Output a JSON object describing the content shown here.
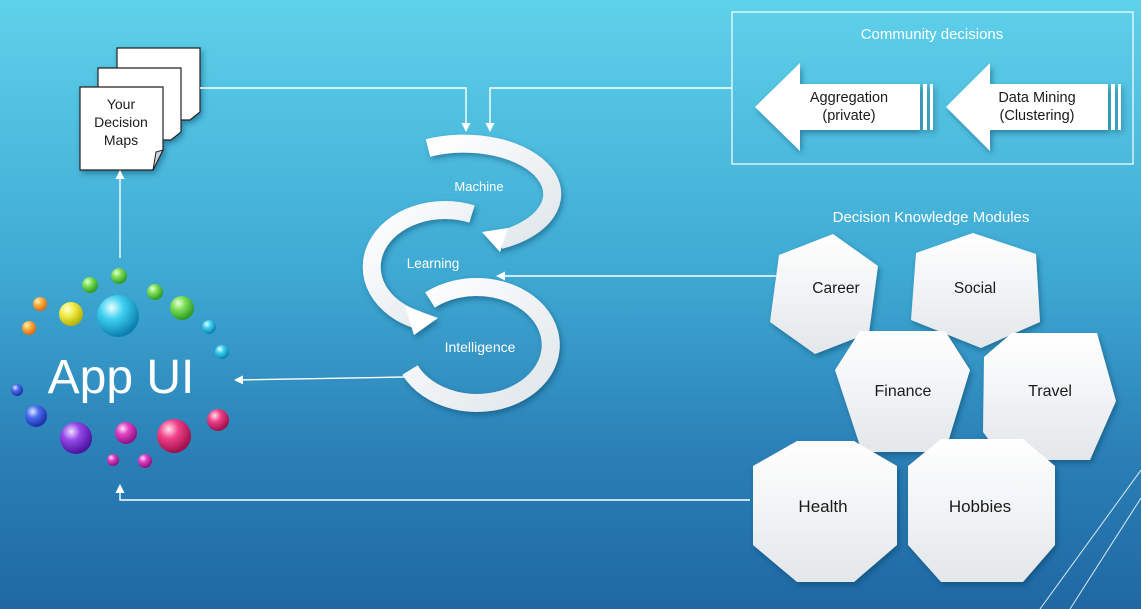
{
  "app_ui": {
    "label": "App UI"
  },
  "decision_maps": {
    "lines": [
      "Your",
      "Decision",
      "Maps"
    ]
  },
  "cycle": {
    "labels": [
      "Machine",
      "Learning",
      "Intelligence"
    ]
  },
  "community": {
    "title": "Community decisions",
    "aggregation": [
      "Aggregation",
      "(private)"
    ],
    "data_mining": [
      "Data Mining",
      "(Clustering)"
    ]
  },
  "modules": {
    "title": "Decision Knowledge Modules",
    "items": [
      "Career",
      "Social",
      "Finance",
      "Travel",
      "Health",
      "Hobbies"
    ]
  },
  "colors": {
    "bg_top": "#5ed1ea",
    "bg_bottom": "#1f68a3",
    "line": "#ffffff",
    "hex_fill": "#f2f4f6",
    "text_dark": "#1b1b1b",
    "text_light": "#ffffff"
  }
}
